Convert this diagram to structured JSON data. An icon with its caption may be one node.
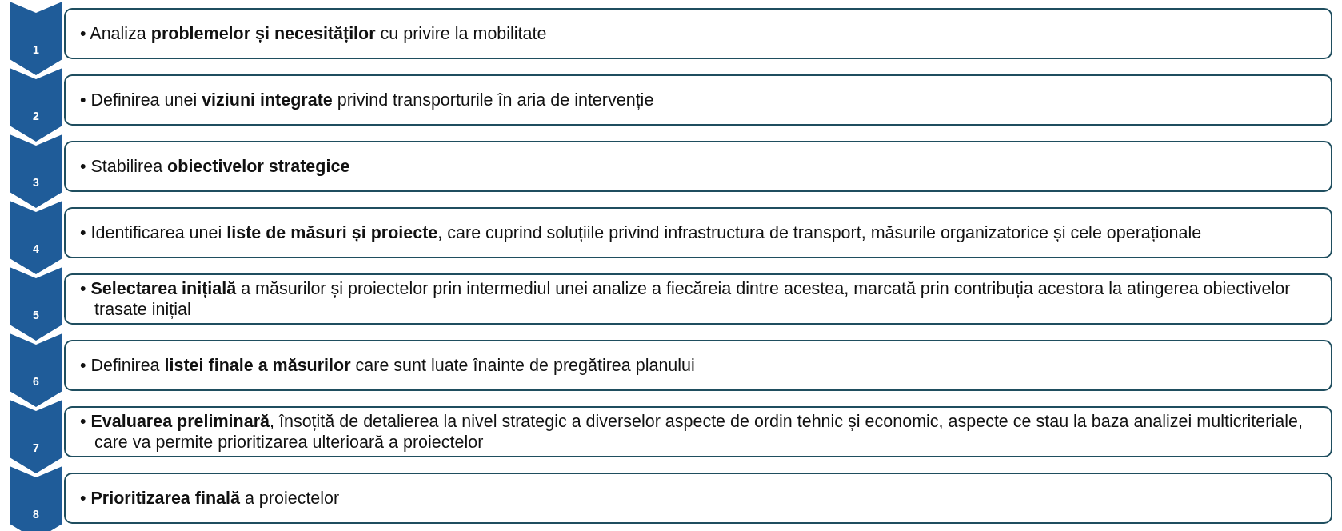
{
  "diagram": {
    "nodes": [
      {
        "text": [
          "1"
        ]
      },
      {
        "text": [
          "• Analiza **problemelor și necesităților** cu privire la mobilitate"
        ]
      },
      {
        "text": [
          "2"
        ]
      },
      {
        "text": [
          "• Definirea unei **viziuni integrate** privind transporturile în aria de intervenție"
        ]
      },
      {
        "text": [
          "3"
        ]
      },
      {
        "text": [
          "• Stabilirea **obiectivelor strategice**"
        ]
      },
      {
        "text": [
          "4"
        ]
      },
      {
        "text": [
          "• Identificarea unei **liste de măsuri și proiecte**, care cuprind soluțiile privind infrastructura de transport, măsurile organizatorice și cele operaționale"
        ]
      },
      {
        "text": [
          "5"
        ]
      },
      {
        "text": [
          "• **Selectarea inițială** a măsurilor și proiectelor prin intermediul unei analize a fiecăreia dintre acestea, marcată prin contribuția acestora la atingerea obiectivelor trasate inițial"
        ]
      },
      {
        "text": [
          "6"
        ]
      },
      {
        "text": [
          "• Definirea **listei finale a măsurilor** care sunt luate înainte de pregătirea planului"
        ]
      },
      {
        "text": [
          "7"
        ]
      },
      {
        "text": [
          "• **Evaluarea preliminară**, însoțită de detalierea la nivel strategic a diverselor aspecte de ordin tehnic și economic, aspecte ce stau la baza analizei multicriteriale, care va permite prioritizarea ulterioară a proiectelor"
        ]
      },
      {
        "text": [
          "8"
        ]
      },
      {
        "text": [
          "• **Prioritizarea finală** a proiectelor"
        ]
      }
    ]
  }
}
